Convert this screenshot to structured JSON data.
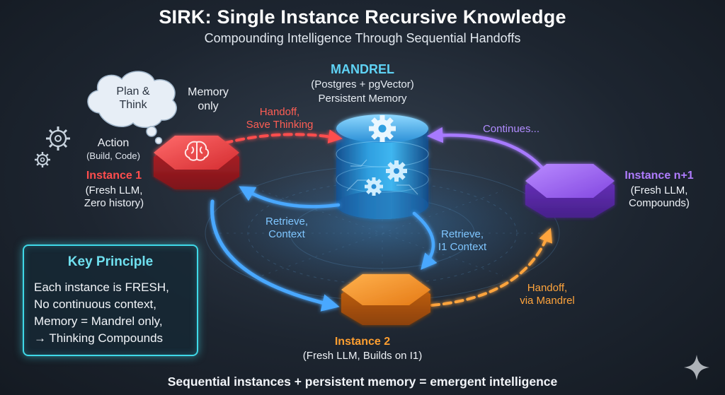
{
  "title": "SIRK: Single Instance Recursive Knowledge",
  "subtitle": "Compounding Intelligence Through Sequential Handoffs",
  "mandrel": {
    "name": "MANDREL",
    "line1": "(Postgres + pgVector)",
    "line2": "Persistent Memory"
  },
  "cloud": {
    "line1": "Plan &",
    "line2": "Think"
  },
  "memory_only": {
    "line1": "Memory",
    "line2": "only"
  },
  "action": {
    "label": "Action",
    "sub": "(Build, Code)"
  },
  "instance1": {
    "name": "Instance 1",
    "line1": "(Fresh LLM,",
    "line2": "Zero history)"
  },
  "instance2": {
    "name": "Instance 2",
    "desc": "(Fresh LLM, Builds on I1)"
  },
  "instance_n": {
    "name": "Instance n+1",
    "line1": "(Fresh LLM,",
    "line2": "Compounds)"
  },
  "edges": {
    "handoff_save": {
      "line1": "Handoff,",
      "line2": "Save Thinking"
    },
    "continues": "Continues...",
    "retrieve_context": {
      "line1": "Retrieve,",
      "line2": "Context"
    },
    "retrieve_i1": {
      "line1": "Retrieve,",
      "line2": "I1 Context"
    },
    "handoff_mandrel": {
      "line1": "Handoff,",
      "line2": "via Mandrel"
    }
  },
  "key_principle": {
    "title": "Key Principle",
    "lines": [
      "Each instance is FRESH,",
      "No continuous context,",
      "Memory = Mandrel only,",
      "→ Thinking Compounds"
    ]
  },
  "footer": "Sequential instances + persistent memory = emergent intelligence",
  "colors": {
    "instance1": "#e8393b",
    "instance2": "#f5902c",
    "instance_n": "#9a5ef2",
    "mandrel": "#2f9fe0",
    "accent_cyan": "#3fd9e8",
    "retrieve_blue": "#4aa8ff",
    "handoff_red": "#ff4d4d",
    "handoff_orange": "#ffa43c",
    "continues_purple": "#a77aff"
  }
}
